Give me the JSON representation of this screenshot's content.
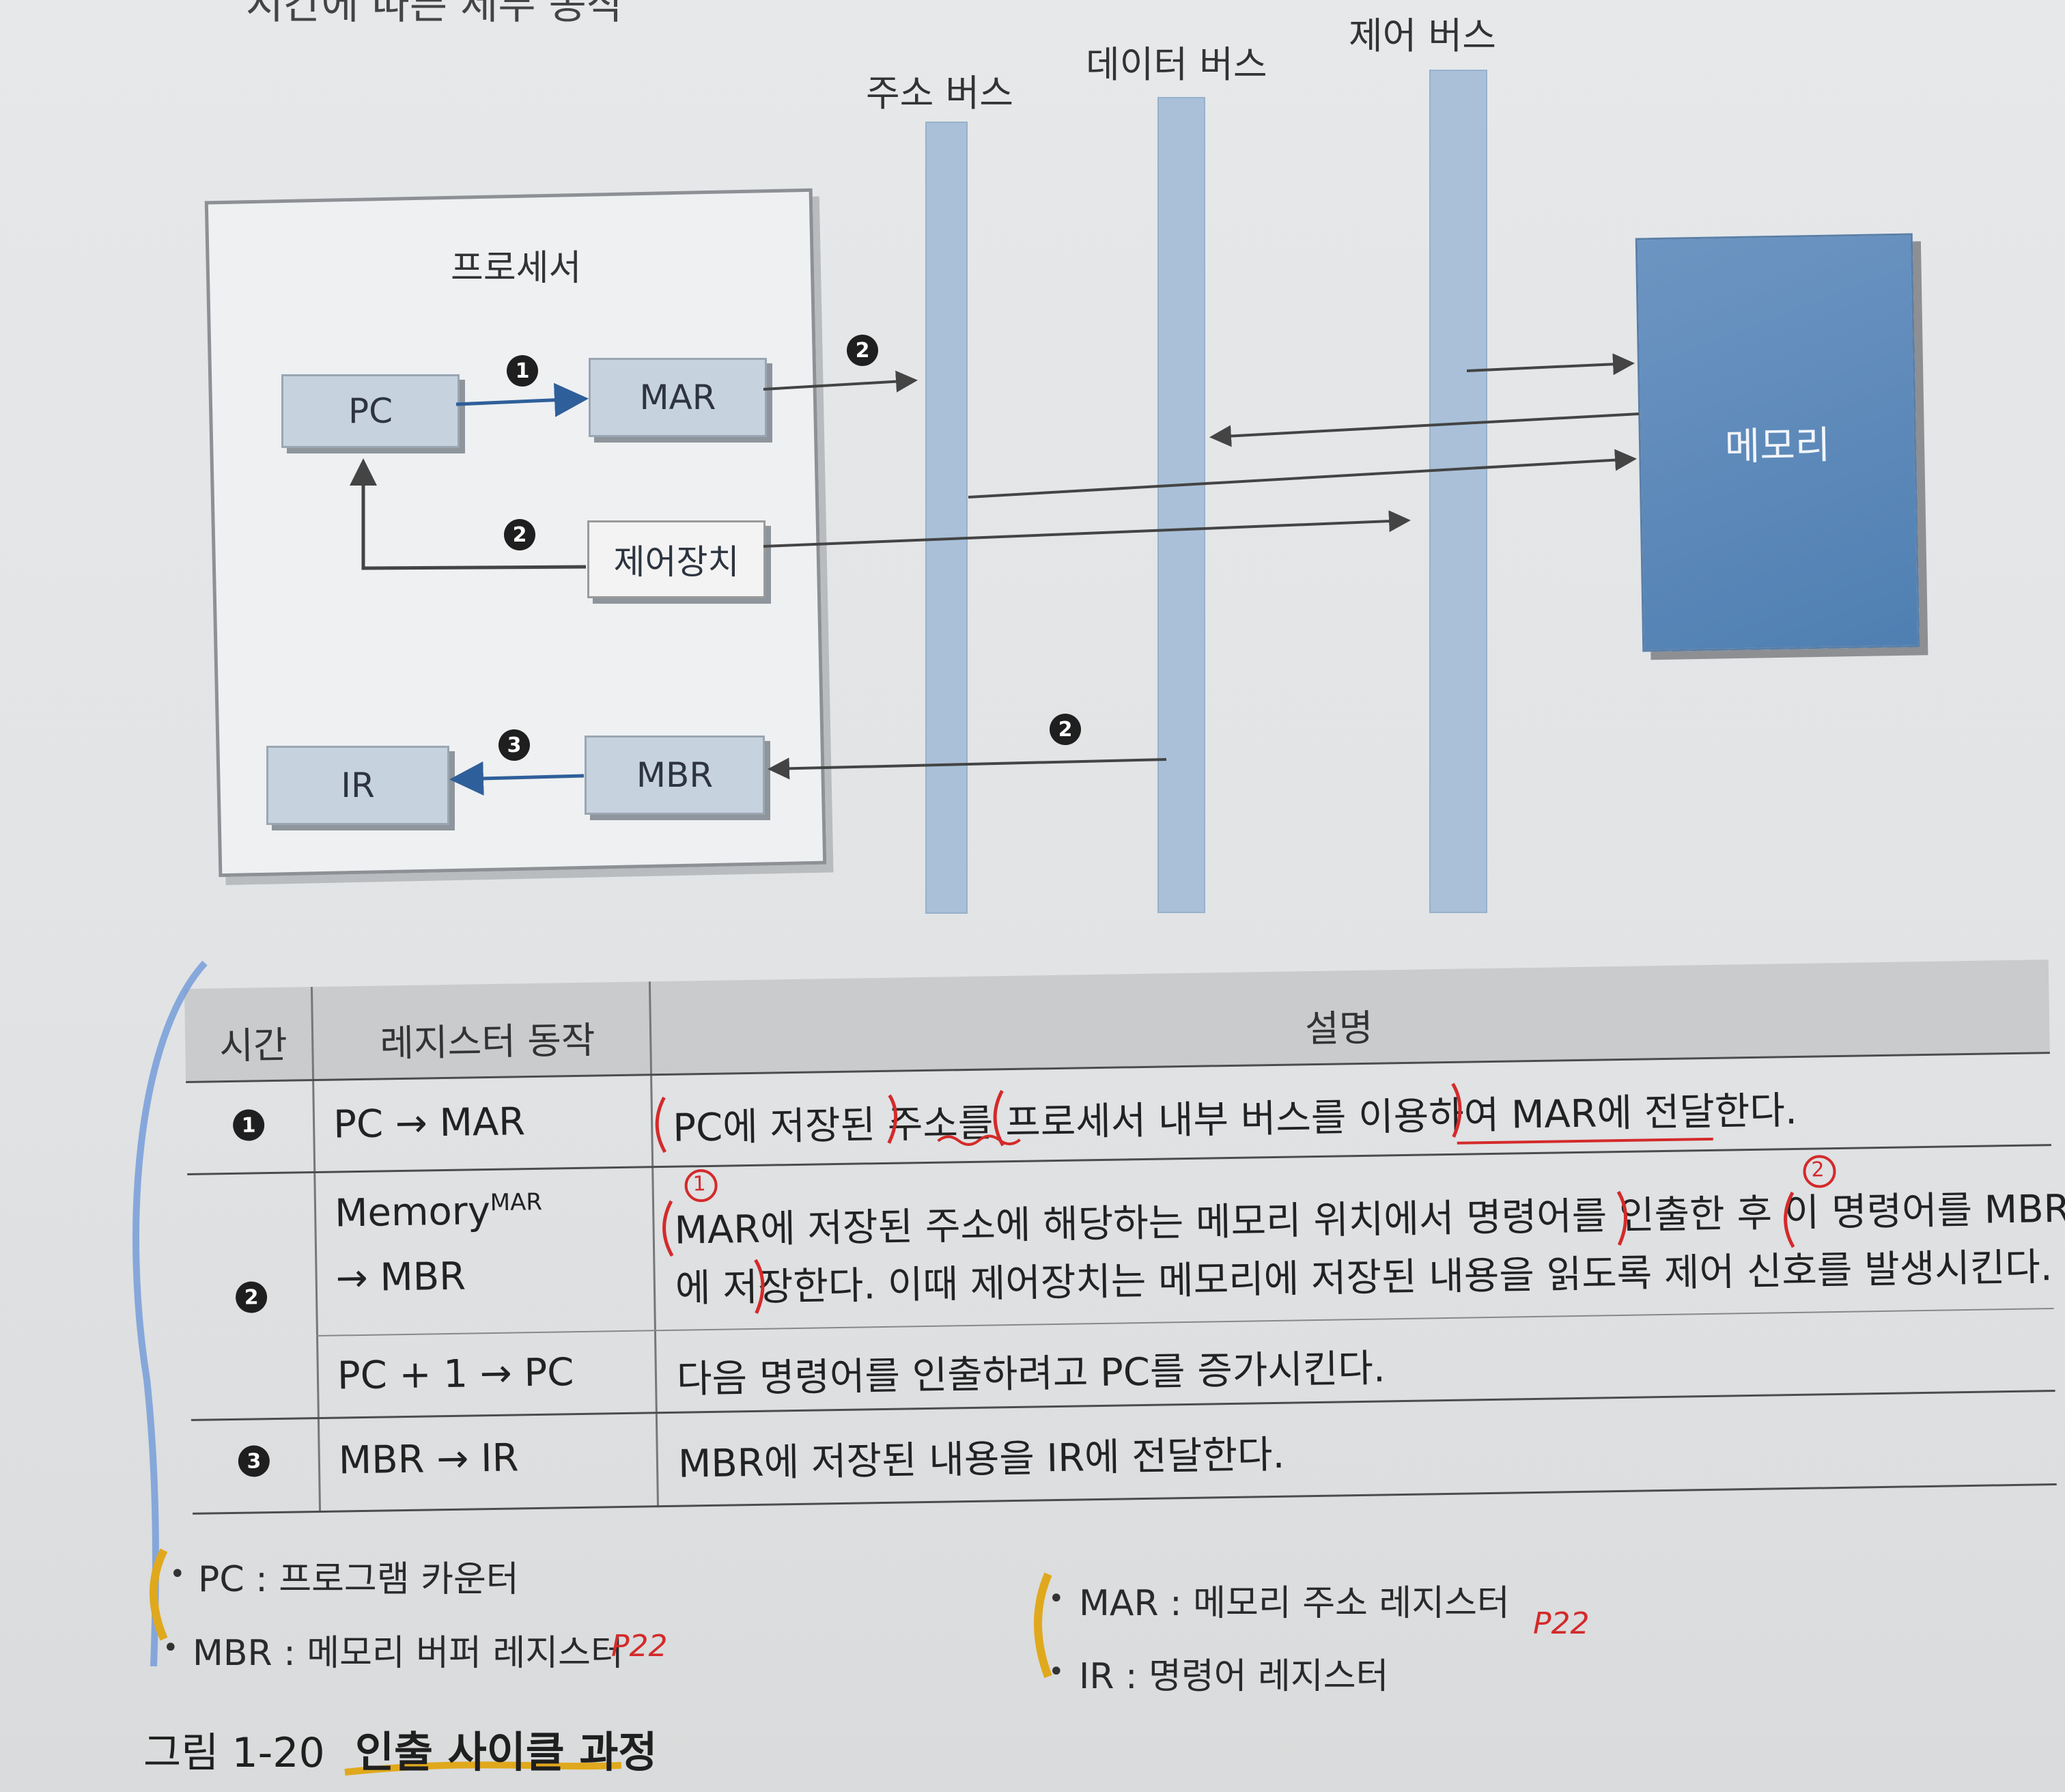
{
  "header_fragment": "시간에 따른 세부 동작",
  "diagram": {
    "processor_label": "프로세서",
    "registers": {
      "pc": "PC",
      "mar": "MAR",
      "control_unit": "제어장치",
      "ir": "IR",
      "mbr": "MBR"
    },
    "buses": {
      "address": "주소 버스",
      "data": "데이터 버스",
      "control": "제어 버스"
    },
    "memory_label": "메모리",
    "step_markers": {
      "one": "1",
      "two": "2",
      "three": "3"
    }
  },
  "table": {
    "headers": {
      "time": "시간",
      "operation": "레지스터 동작",
      "description": "설명"
    },
    "rows": [
      {
        "step": "1",
        "op": "PC → MAR",
        "desc": "PC에 저장된 주소를 프로세서 내부 버스를 이용하여 MAR에 전달한다."
      },
      {
        "step": "2",
        "op_main": "Memory",
        "op_sup": "MAR",
        "op_second": "→ MBR",
        "desc_line1": "MAR에 저장된 주소에 해당하는 메모리 위치에서 명령어를 인출한 후 이 명령어를 MBR",
        "desc_line2": "에 저장한다. 이때 제어장치는 메모리에 저장된 내용을 읽도록 제어 신호를 발생시킨다."
      },
      {
        "op": "PC + 1 → PC",
        "desc": "다음 명령어를 인출하려고 PC를 증가시킨다."
      },
      {
        "step": "3",
        "op": "MBR → IR",
        "desc": "MBR에 저장된 내용을 IR에 전달한다."
      }
    ]
  },
  "footnotes": {
    "pc": "PC : 프로그램 카운터",
    "mbr": "MBR : 메모리 버퍼 레지스터",
    "mar": "MAR : 메모리 주소 레지스터",
    "ir": "IR : 명령어 레지스터"
  },
  "handwritten": {
    "page_ref_left": "P22",
    "page_ref_right": "P22",
    "circle_one": "1",
    "circle_two": "2"
  },
  "caption": {
    "number": "그림 1-20",
    "title": "인출 사이클 과정"
  }
}
